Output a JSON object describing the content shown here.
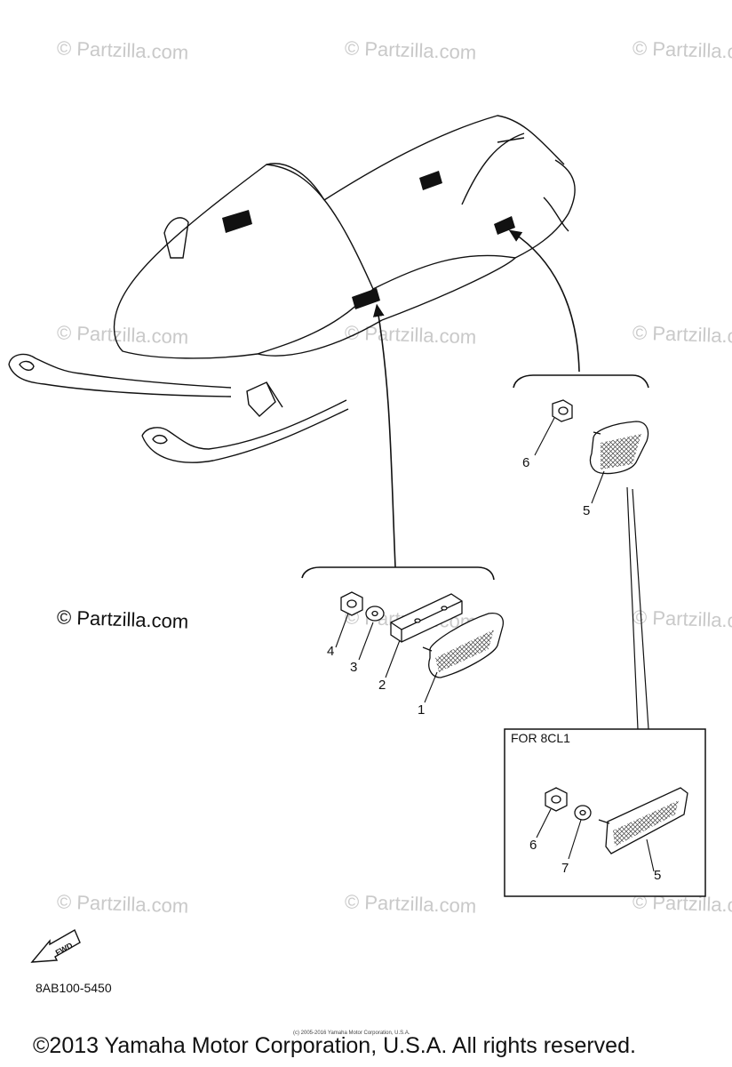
{
  "watermarks": [
    "© Partzilla.com",
    "© Partzilla.com",
    "© Partzilla.com",
    "© Partzilla.com",
    "© Partzilla.com",
    "© Partzilla.com",
    "© Partzilla.com",
    "© Partzilla.com",
    "© Partzilla.com",
    "© Partzilla.com",
    "© Partzilla.com"
  ],
  "copyright_main": "© Partzilla.com",
  "callouts": [
    "6",
    "5",
    "4",
    "3",
    "2",
    "1",
    "6",
    "7",
    "5"
  ],
  "inset_label": "FOR 8CL1",
  "fwd_label": "FWD",
  "part_code": "8AB100-5450",
  "fine_print": "(c) 2005-2016 Yamaha Motor Corporation, U.S.A.",
  "footer": "©2013 Yamaha Motor Corporation, U.S.A. All rights reserved."
}
